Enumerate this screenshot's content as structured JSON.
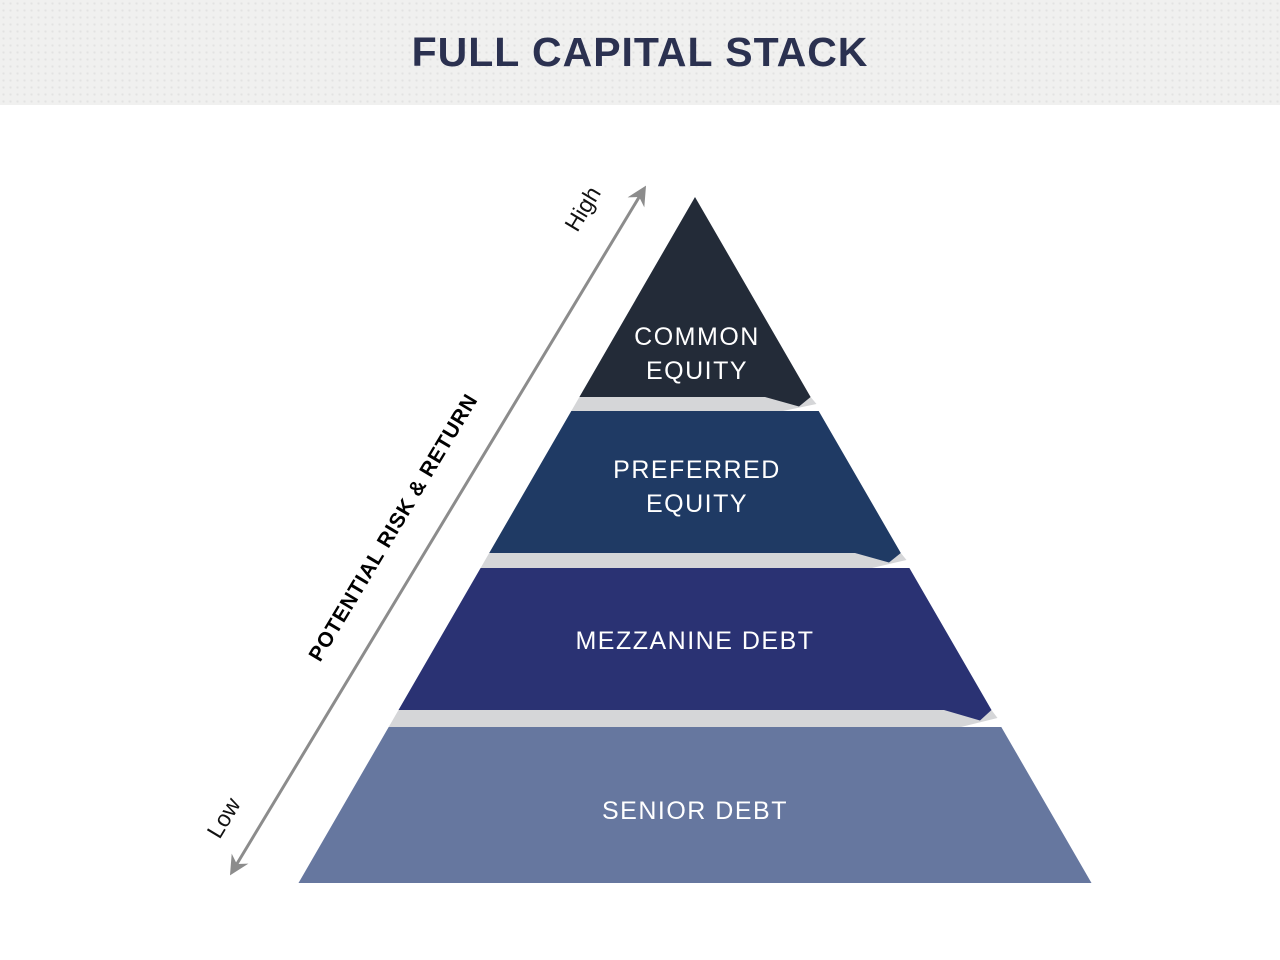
{
  "header": {
    "title": "FULL CAPITAL STACK"
  },
  "axis": {
    "label": "POTENTIAL RISK & RETURN",
    "high": "High",
    "low": "Low"
  },
  "pyramid": {
    "tiers": [
      {
        "id": "common-equity",
        "label": "COMMON EQUITY",
        "lines": [
          "COMMON",
          "EQUITY"
        ],
        "color": "#232b38"
      },
      {
        "id": "preferred-equity",
        "label": "PREFERRED EQUITY",
        "lines": [
          "PREFERRED",
          "EQUITY"
        ],
        "color": "#1f3a64"
      },
      {
        "id": "mezzanine-debt",
        "label": "MEZZANINE DEBT",
        "lines": [
          "MEZZANINE DEBT"
        ],
        "color": "#2a3273"
      },
      {
        "id": "senior-debt",
        "label": "SENIOR DEBT",
        "lines": [
          "SENIOR DEBT"
        ],
        "color": "#66779f"
      }
    ]
  },
  "colors": {
    "title_text": "#2b3150",
    "header_background": "#f0f0ef",
    "shadow_band": "#d5d6d8",
    "arrow": "#8c8c8c",
    "tier_label_text": "#ffffff"
  }
}
